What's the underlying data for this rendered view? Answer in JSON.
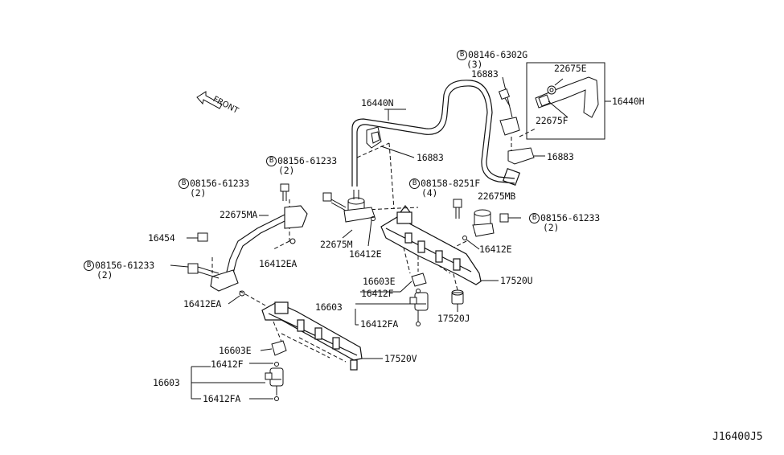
{
  "diagram": {
    "reference_code": "J16400J5",
    "front_label": "FRONT",
    "labels": {
      "bolt_top_right": {
        "code": "08146-6302G",
        "qty": "(3)"
      },
      "clip_16883_a": "16883",
      "clip_16883_b": "16883",
      "clip_16883_c": "16883",
      "hose_16440n": "16440N",
      "hose_16440h": "16440H",
      "clamp_22675e": "22675E",
      "clamp_22675f": "22675F",
      "bolt_mid_left": {
        "code": "08156-61233",
        "qty": "(2)"
      },
      "bolt_mid_center": {
        "code": "08156-61233",
        "qty": "(2)"
      },
      "bolt_rail_center": {
        "code": "08158-8251F",
        "qty": "(4)"
      },
      "bolt_right": {
        "code": "08156-61233",
        "qty": "(2)"
      },
      "bolt_lower_left": {
        "code": "08156-61233",
        "qty": "(2)"
      },
      "hose_22675ma": "22675MA",
      "damper_22675m": "22675M",
      "damper_22675mb": "22675MB",
      "cap_16454": "16454",
      "oring_16412ea_a": "16412EA",
      "oring_16412ea_b": "16412EA",
      "oring_16412e_a": "16412E",
      "oring_16412e_b": "16412E",
      "clip_16603e_a": "16603E",
      "clip_16603e_b": "16603E",
      "oring_16412f_a": "16412F",
      "oring_16412f_b": "16412F",
      "injector_16603_a": "16603",
      "injector_16603_b": "16603",
      "oring_16412fa_a": "16412FA",
      "oring_16412fa_b": "16412FA",
      "rail_17520u": "17520U",
      "rail_17520v": "17520V",
      "insulator_17520j": "17520J"
    },
    "bolt_symbol": "B"
  }
}
